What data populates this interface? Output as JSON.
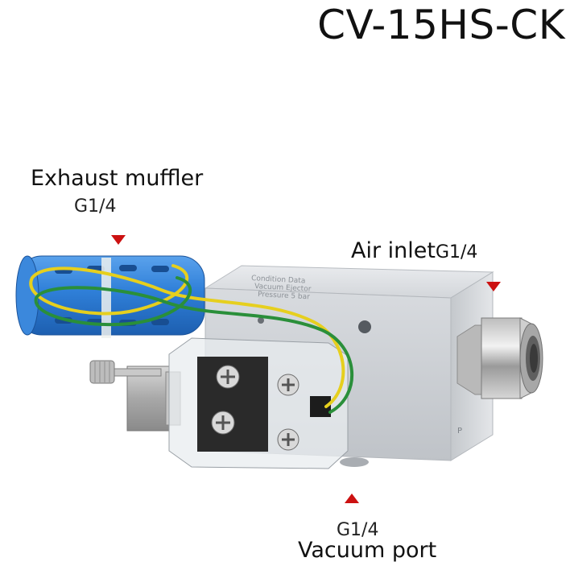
{
  "title": "CV-15HS-CK",
  "callouts": {
    "exhaust": {
      "label": "Exhaust muffler",
      "thread": "G1/4"
    },
    "air_inlet": {
      "label": "Air inlet",
      "thread": "G1/4"
    },
    "vacuum": {
      "thread": "G1/4",
      "label": "Vacuum port"
    }
  },
  "body_engraving": {
    "line1": "Condition Data",
    "line2": "Vacuum Ejector",
    "line3": "Pressure 5 bar"
  },
  "port_letter": "P",
  "colors": {
    "marker": "#cc1111",
    "muffler": "#2f7fd8",
    "body": "#cfd2d6",
    "wire_yellow": "#e6cf1e",
    "wire_green": "#2a8f3a"
  }
}
